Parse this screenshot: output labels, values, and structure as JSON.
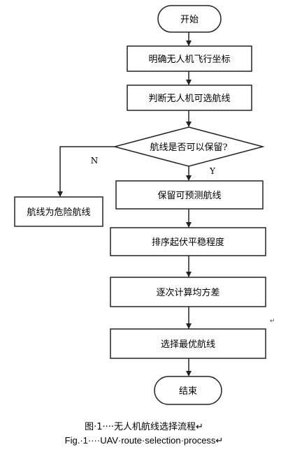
{
  "flowchart": {
    "start": "开始",
    "step1": "明确无人机飞行坐标",
    "step2": "判断无人机可选航线",
    "decision": "航线是否可以保留?",
    "no_label": "N",
    "yes_label": "Y",
    "no_branch": "航线为危险航线",
    "step3": "保留可预测航线",
    "step4": "排序起伏平稳程度",
    "step5": "逐次计算均方差",
    "step6": "选择最优航线",
    "end": "结束"
  },
  "caption": {
    "chinese": "图·1····无人机航线选择流程↵",
    "english": "Fig.·1····UAV·route·selection·process↵"
  },
  "return_mark": "↵"
}
